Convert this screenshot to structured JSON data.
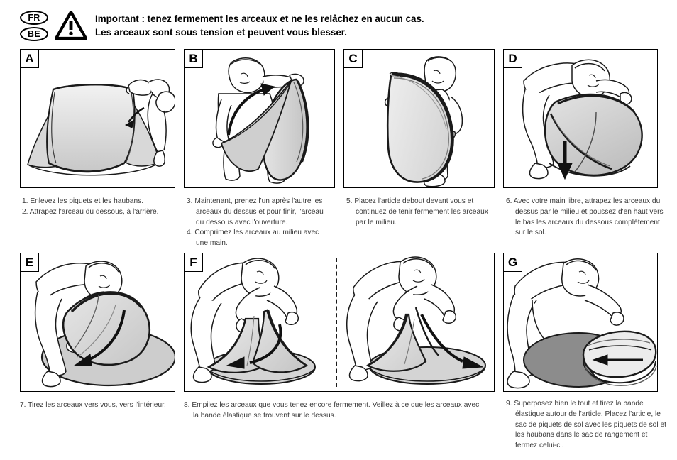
{
  "header": {
    "badges": [
      "FR",
      "BE"
    ],
    "warning_icon": "warning-triangle-icon",
    "text": "Important : tenez fermement les arceaux et ne les relâchez en aucun cas.\nLes arceaux sont sous tension et peuvent vous blesser."
  },
  "panels": [
    {
      "letter": "A"
    },
    {
      "letter": "B"
    },
    {
      "letter": "C"
    },
    {
      "letter": "D"
    },
    {
      "letter": "E"
    },
    {
      "letter": "F"
    },
    {
      "letter": "G"
    }
  ],
  "captions": {
    "col1": [
      "1. Enlevez les piquets et les haubans.",
      "2. Attrapez l'arceau du dessous, à l'arrière."
    ],
    "col2": [
      "3. Maintenant, prenez l'un après l'autre les arceaux du dessus et pour finir, l'arceau du dessous avec l'ouverture.",
      "4. Comprimez les arceaux au milieu avec une main."
    ],
    "col3": [
      "5. Placez l'article debout devant vous et continuez de tenir fermement les arceaux par le milieu."
    ],
    "col4": [
      "6. Avec votre main libre, attrapez les arceaux du dessus par le milieu et poussez d'en haut vers le bas les arceaux du dessous complètement sur le sol."
    ],
    "col5": [
      "7. Tirez les arceaux vers vous, vers l'intérieur."
    ],
    "col6": [
      "8. Empilez les arceaux que vous tenez encore fermement. Veillez à ce que les arceaux avec la bande élastique se trouvent sur le dessus."
    ],
    "col7": [
      "9. Superposez bien le tout et tirez la bande élastique autour de l'article. Placez l'article, le sac de piquets de sol avec les piquets de sol et les haubans dans le sac de rangement et fermez celui-ci."
    ]
  },
  "colors": {
    "ink": "#000000",
    "caption_text": "#3a3a3a",
    "fabric_light": "#e9e9e9",
    "fabric_mid": "#d2d2d2",
    "fabric_dark": "#8c8c8c",
    "ground": "#c9c9c9"
  }
}
